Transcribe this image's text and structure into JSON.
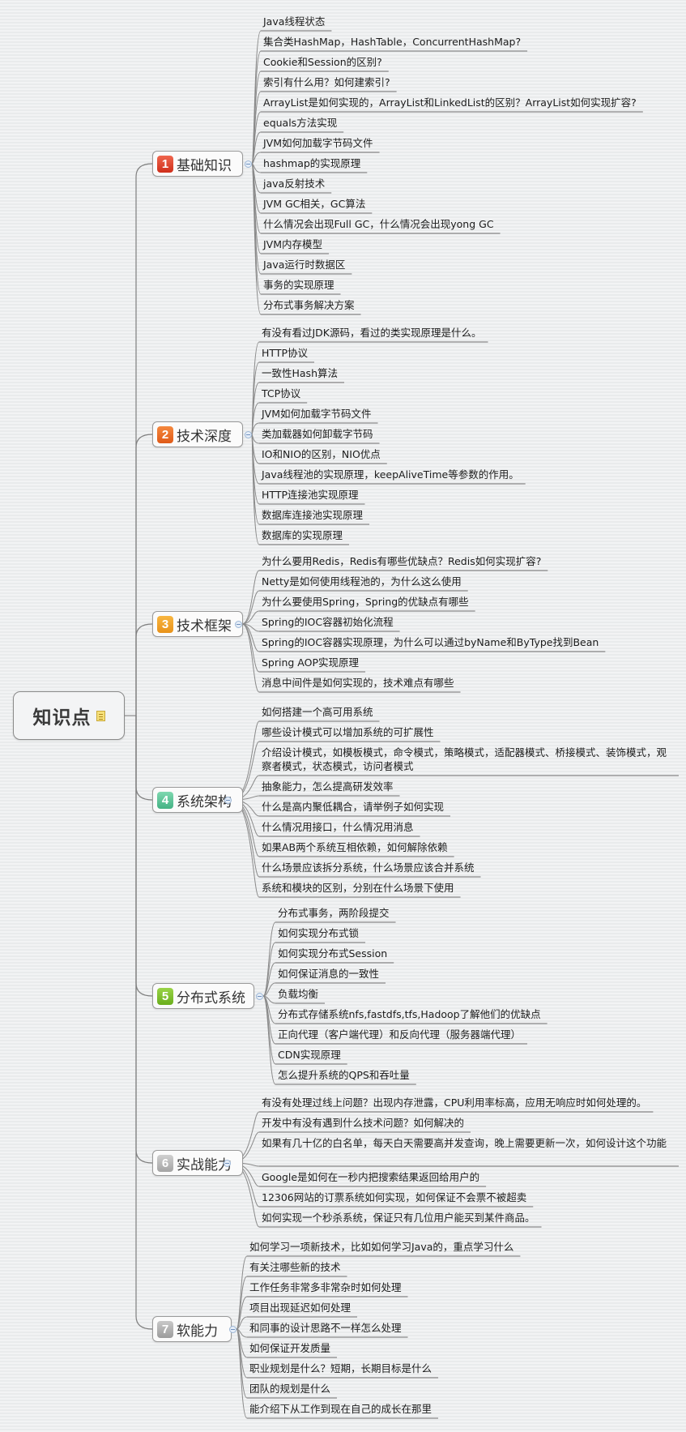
{
  "root": {
    "title": "知识点",
    "icon": "note-icon"
  },
  "branches": [
    {
      "number": "1",
      "label": "基础知识",
      "color": "#e0402a",
      "items": [
        "Java线程状态",
        "集合类HashMap，HashTable，ConcurrentHashMap?",
        "Cookie和Session的区别?",
        "索引有什么用？如何建索引?",
        "ArrayList是如何实现的，ArrayList和LinkedList的区别？ArrayList如何实现扩容?",
        "equals方法实现",
        "JVM如何加载字节码文件",
        "hashmap的实现原理",
        "java反射技术",
        "JVM GC相关，GC算法",
        "什么情况会出现Full GC，什么情况会出现yong GC",
        "JVM内存模型",
        "Java运行时数据区",
        "事务的实现原理",
        "分布式事务解决方案"
      ]
    },
    {
      "number": "2",
      "label": "技术深度",
      "color": "#ec6a24",
      "items": [
        "有没有看过JDK源码，看过的类实现原理是什么。",
        "HTTP协议",
        "一致性Hash算法",
        "TCP协议",
        "JVM如何加载字节码文件",
        "类加载器如何卸载字节码",
        "IO和NIO的区别，NIO优点",
        "Java线程池的实现原理，keepAliveTime等参数的作用。",
        "HTTP连接池实现原理",
        "数据库连接池实现原理",
        "数据库的实现原理"
      ]
    },
    {
      "number": "3",
      "label": "技术框架",
      "color": "#f0a020",
      "items": [
        "为什么要用Redis，Redis有哪些优缺点？Redis如何实现扩容?",
        "Netty是如何使用线程池的，为什么这么使用",
        "为什么要使用Spring，Spring的优缺点有哪些",
        "Spring的IOC容器初始化流程",
        "Spring的IOC容器实现原理，为什么可以通过byName和ByType找到Bean",
        "Spring AOP实现原理",
        "消息中间件是如何实现的，技术难点有哪些"
      ]
    },
    {
      "number": "4",
      "label": "系统架构",
      "color": "#5cc49a",
      "items": [
        "如何搭建一个高可用系统",
        "哪些设计模式可以增加系统的可扩展性",
        "介绍设计模式，如模板模式，命令模式，策略模式，适配器模式、桥接模式、装饰模式，观察者模式，状态模式，访问者模式",
        "抽象能力，怎么提高研发效率",
        "什么是高内聚低耦合，请举例子如何实现",
        "什么情况用接口，什么情况用消息",
        "如果AB两个系统互相依赖，如何解除依赖",
        "什么场景应该拆分系统，什么场景应该合并系统",
        "系统和模块的区别，分别在什么场景下使用"
      ]
    },
    {
      "number": "5",
      "label": "分布式系统",
      "color": "#7cc02a",
      "items": [
        "分布式事务，两阶段提交",
        "如何实现分布式锁",
        "如何实现分布式Session",
        "如何保证消息的一致性",
        "负载均衡",
        "分布式存储系统nfs,fastdfs,tfs,Hadoop了解他们的优缺点",
        "正向代理（客户端代理）和反向代理（服务器端代理）",
        "CDN实现原理",
        "怎么提升系统的QPS和吞吐量"
      ]
    },
    {
      "number": "6",
      "label": "实战能力",
      "color": "#b4b4b4",
      "items": [
        "有没有处理过线上问题？出现内存泄露，CPU利用率标高，应用无响应时如何处理的。",
        "开发中有没有遇到什么技术问题？如何解决的",
        "如果有几十亿的白名单，每天白天需要高并发查询，晚上需要更新一次，如何设计这个功能",
        "Google是如何在一秒内把搜索结果返回给用户的",
        "12306网站的订票系统如何实现，如何保证不会票不被超卖",
        "如何实现一个秒杀系统，保证只有几位用户能买到某件商品。"
      ]
    },
    {
      "number": "7",
      "label": "软能力",
      "color": "#a8a8a8",
      "items": [
        "如何学习一项新技术，比如如何学习Java的，重点学习什么",
        "有关注哪些新的技术",
        "工作任务非常多非常杂时如何处理",
        "项目出现延迟如何处理",
        "和同事的设计思路不一样怎么处理",
        "如何保证开发质量",
        "职业规划是什么？短期，长期目标是什么",
        "团队的规划是什么",
        "能介绍下从工作到现在自己的成长在那里"
      ]
    }
  ]
}
